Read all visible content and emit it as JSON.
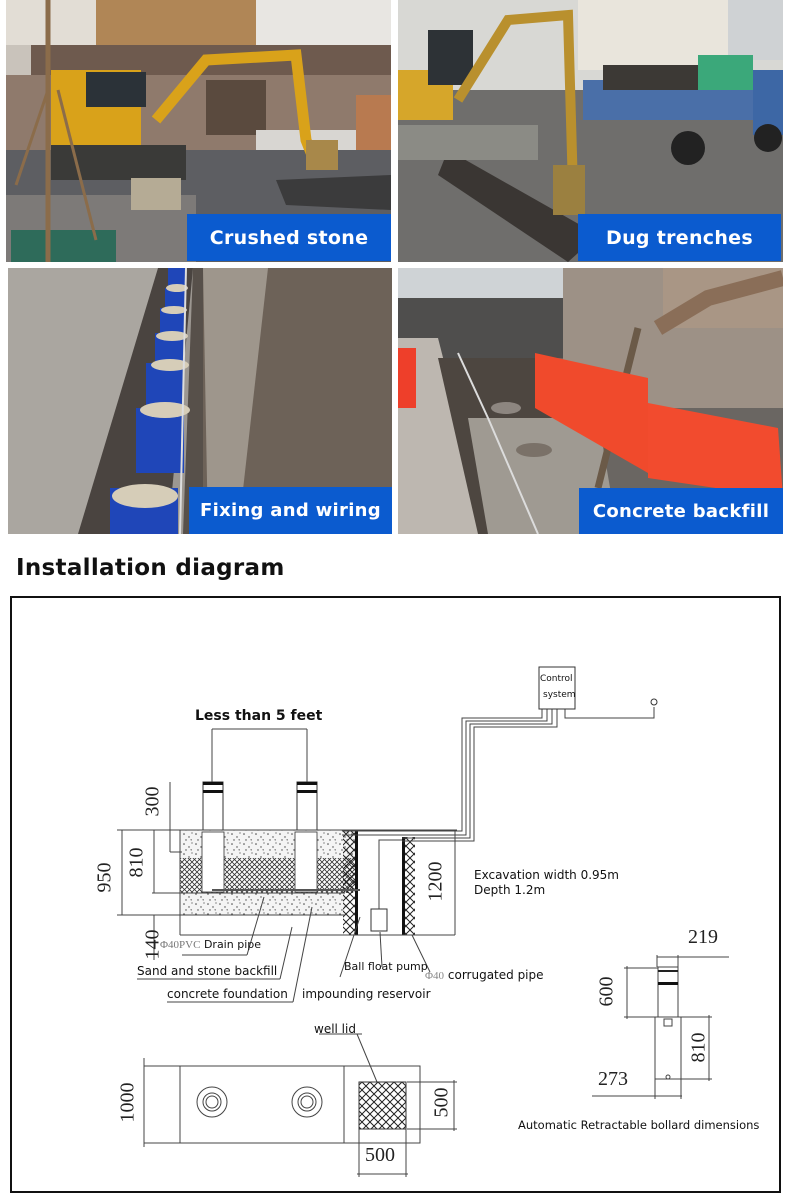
{
  "photos": [
    {
      "id": "crushed-stone",
      "caption": "Crushed stone"
    },
    {
      "id": "dug-trenches",
      "caption": "Dug trenches"
    },
    {
      "id": "fixing-and-wiring",
      "caption": "Fixing and wiring"
    },
    {
      "id": "concrete-backfill",
      "caption": "Concrete backfill"
    }
  ],
  "section": {
    "title": "Installation diagram"
  },
  "diagram": {
    "spacing_label": "Less than 5 feet",
    "control_box": {
      "line1": "Control",
      "line2": "system"
    },
    "excavation": {
      "line1": "Excavation width 0.95m",
      "line2": "Depth 1.2m"
    },
    "dimensions": {
      "bollard_above": "300",
      "total_depth_left": "950",
      "inner_depth": "810",
      "base": "140",
      "reservoir_depth": "1200",
      "plan_width": "1000",
      "lid_height": "500",
      "lid_width": "500",
      "bollard_diameter": "219",
      "bollard_height": "600",
      "sleeve_depth": "810",
      "sleeve_diameter": "273"
    },
    "callouts": {
      "drain_pipe_prefix": "Φ40PVC",
      "drain_pipe": "Drain pipe",
      "sand_backfill": "Sand and stone backfill",
      "concrete_foundation": "concrete foundation",
      "impounding_reservoir": "impounding reservoir",
      "ball_float_pump": "Ball float pump",
      "corrugated_prefix": "Φ40",
      "corrugated_pipe": "corrugated pipe",
      "well_lid": "well lid"
    },
    "bollard_caption": "Automatic Retractable bollard dimensions"
  }
}
